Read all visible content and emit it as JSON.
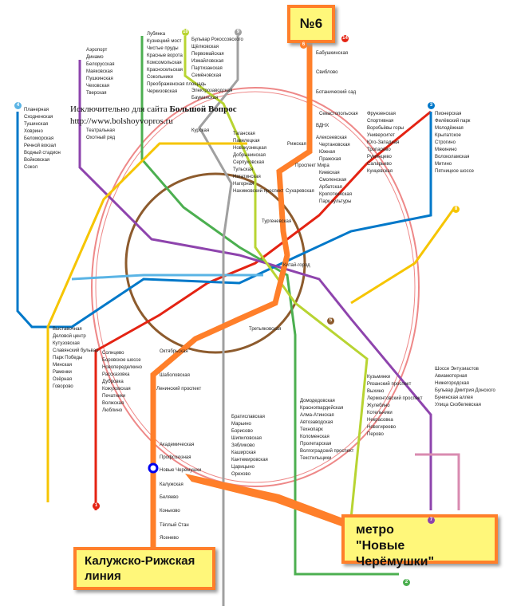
{
  "header": {
    "line1_prefix": "Исключительно для сайта ",
    "line1_bold": "Большой Вопрос",
    "line2": "http://www.bolshoyvopros.ru"
  },
  "tags": {
    "line_number": "№6",
    "line_name": "Калужско-Рижская линия",
    "station_line1": "метро",
    "station_line2": "\"Новые Черёмушки\""
  },
  "colors": {
    "orange": "#ff7f2a",
    "red": "#e42313",
    "green": "#4caf50",
    "blue": "#0078c9",
    "brown": "#8d5b2d",
    "purple": "#8e44ad",
    "yellow": "#f6c500",
    "grey": "#a0a0a0",
    "lime": "#b8d432",
    "lightblue": "#5ab4e5",
    "pink": "#d98bb0"
  },
  "line_numbers": [
    "1",
    "2",
    "3",
    "4",
    "5",
    "6",
    "7",
    "8",
    "9",
    "10",
    "14"
  ],
  "stations": {
    "orange": [
      "Бабушкинская",
      "Свиблово",
      "Ботанический сад",
      "ВДНХ",
      "Алексеевская",
      "Рижская",
      "Проспект Мира",
      "Сухаревская",
      "Тургеневская",
      "Китай-город",
      "Третьяковская",
      "Октябрьская",
      "Шаболовская",
      "Ленинский проспект",
      "Академическая",
      "Профсоюзная",
      "Новые Черёмушки",
      "Калужская",
      "Беляево",
      "Коньково",
      "Тёплый Стан",
      "Ясенево"
    ],
    "other": [
      "Планерная",
      "Сходненская",
      "Тушинская",
      "Ховрино",
      "Беломорская",
      "Речной вокзал",
      "Водный стадион",
      "Войковская",
      "Сокол",
      "Аэропорт",
      "Динамо",
      "Белорусская",
      "Маяковская",
      "Пушкинская",
      "Чеховская",
      "Тверская",
      "Театральная",
      "Охотный ряд",
      "Лубянка",
      "Кузнецкий мост",
      "Чистые пруды",
      "Красные ворота",
      "Комсомольская",
      "Красносельская",
      "Сокольники",
      "Преображенская площадь",
      "Черкизовская",
      "Бульвар Рокоссовского",
      "Щёлковская",
      "Первомайская",
      "Измайловская",
      "Партизанская",
      "Семёновская",
      "Электрозаводская",
      "Бауманская",
      "Курская",
      "Таганская",
      "Павелецкая",
      "Новокузнецкая",
      "Добрынинская",
      "Серпуховская",
      "Тульская",
      "Нагатинская",
      "Нагорная",
      "Нахимовский проспект",
      "Севастопольская",
      "Чертановская",
      "Южная",
      "Пражская",
      "Киевская",
      "Смоленская",
      "Арбатская",
      "Кропоткинская",
      "Парк культуры",
      "Фрунзенская",
      "Спортивная",
      "Воробьёвы горы",
      "Университет",
      "Юго-Западная",
      "Тропарёво",
      "Румянцево",
      "Саларьево",
      "Кунцевская",
      "Пионерская",
      "Филёвский парк",
      "Молодёжная",
      "Крылатское",
      "Строгино",
      "Мякинино",
      "Волоколамская",
      "Митино",
      "Пятницкое шоссе",
      "Выставочная",
      "Деловой центр",
      "Кутузовская",
      "Славянский бульвар",
      "Парк Победы",
      "Минская",
      "Раменки",
      "Озёрная",
      "Говорово",
      "Солнцево",
      "Боровское шоссе",
      "Новопеределкино",
      "Рассказовка",
      "Дубровка",
      "Кожуховская",
      "Печатники",
      "Волжская",
      "Люблино",
      "Братиславская",
      "Марьино",
      "Борисово",
      "Шипиловская",
      "Зябликово",
      "Каширская",
      "Кантемировская",
      "Царицыно",
      "Орехово",
      "Домодедовская",
      "Красногвардейская",
      "Алма-Атинская",
      "Автозаводская",
      "Технопарк",
      "Коломенская",
      "Пролетарская",
      "Волгоградский проспект",
      "Текстильщики",
      "Кузьминки",
      "Рязанский проспект",
      "Выхино",
      "Лермонтовский проспект",
      "Жулебино",
      "Котельники",
      "Некрасовка",
      "Новогиреево",
      "Перово",
      "Шоссе Энтузиастов",
      "Авиамоторная",
      "Нижегородская",
      "Бульвар Дмитрия Донского",
      "Бунинская аллея",
      "Улица Скобелевская"
    ]
  }
}
